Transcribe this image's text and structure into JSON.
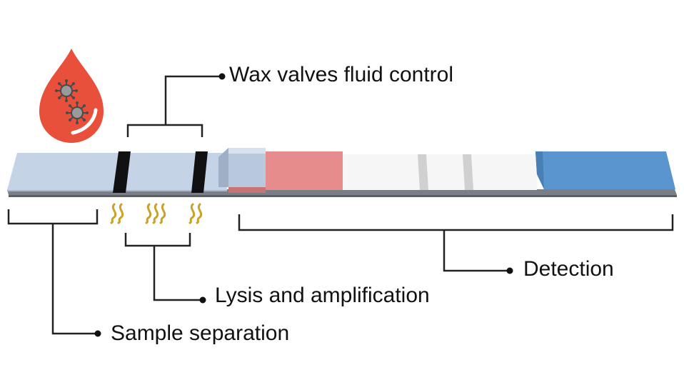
{
  "labels": {
    "wax_valves": "Wax valves fluid control",
    "detection": "Detection",
    "lysis": "Lysis and amplification",
    "sample_separation": "Sample separation"
  },
  "colors": {
    "drop": "#e8503c",
    "virus": "#9a9a9a",
    "sample_pad": "#c5d3e6",
    "wax_valve": "#111111",
    "conjugate_pad": "#e68c8c",
    "membrane": "#f6f6f6",
    "test_line": "#d0d0d0",
    "absorbent_pad": "#5b95cf",
    "backing": "#7a7f87",
    "heat": "#c9a227",
    "bracket": "#222222"
  },
  "icons": {
    "drop": "blood-drop-with-virus-icon",
    "heat": "heat-waves-icon"
  }
}
